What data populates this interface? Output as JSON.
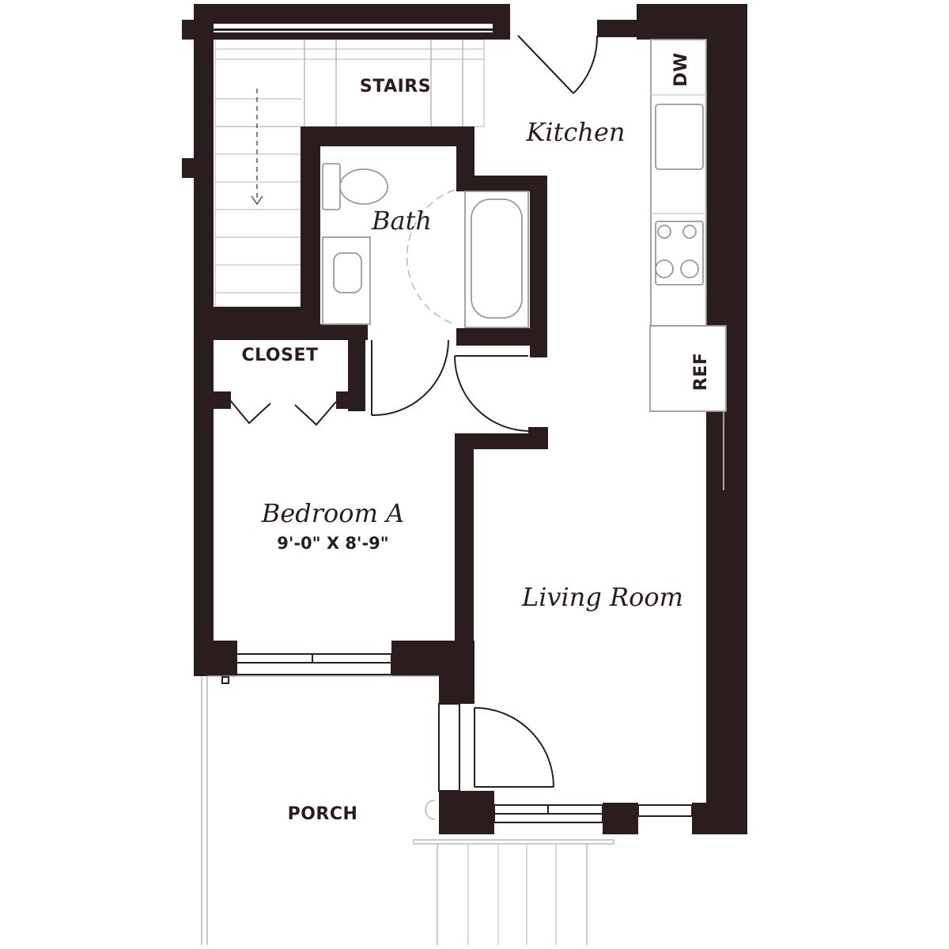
{
  "rooms": {
    "stairs": "STAIRS",
    "kitchen": "Kitchen",
    "bath": "Bath",
    "closet": "CLOSET",
    "bedroom": "Bedroom A",
    "bedroom_dims": "9'-0\" X 8'-9\"",
    "living": "Living Room",
    "porch": "PORCH"
  },
  "appliances": {
    "dishwasher": "DW",
    "refrigerator": "REF"
  },
  "colors": {
    "wall": "#2b1d1e",
    "background": "#ffffff"
  }
}
